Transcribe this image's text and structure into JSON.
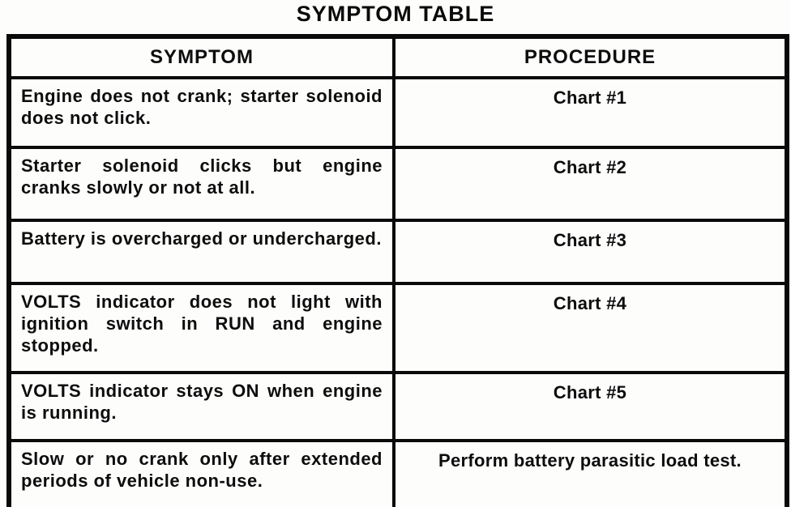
{
  "title": "SYMPTOM TABLE",
  "table": {
    "headers": {
      "symptom": "SYMPTOM",
      "procedure": "PROCEDURE"
    },
    "rows": [
      {
        "symptom": "Engine does not crank; starter solenoid does not click.",
        "procedure": "Chart #1"
      },
      {
        "symptom": "Starter solenoid clicks but engine cranks slowly or not at all.",
        "procedure": "Chart #2"
      },
      {
        "symptom": "Battery is overcharged or undercharged.",
        "procedure": "Chart #3"
      },
      {
        "symptom": "VOLTS indicator does not light with ignition switch in RUN and engine stopped.",
        "procedure": "Chart #4"
      },
      {
        "symptom": "VOLTS indicator stays ON when engine is running.",
        "procedure": "Chart #5"
      },
      {
        "symptom": "Slow or no crank only after extended periods of vehicle non-use.",
        "procedure": "Perform battery parasitic load test."
      }
    ]
  },
  "colors": {
    "ink": "#0a0a0a",
    "paper": "#fdfdfc"
  }
}
